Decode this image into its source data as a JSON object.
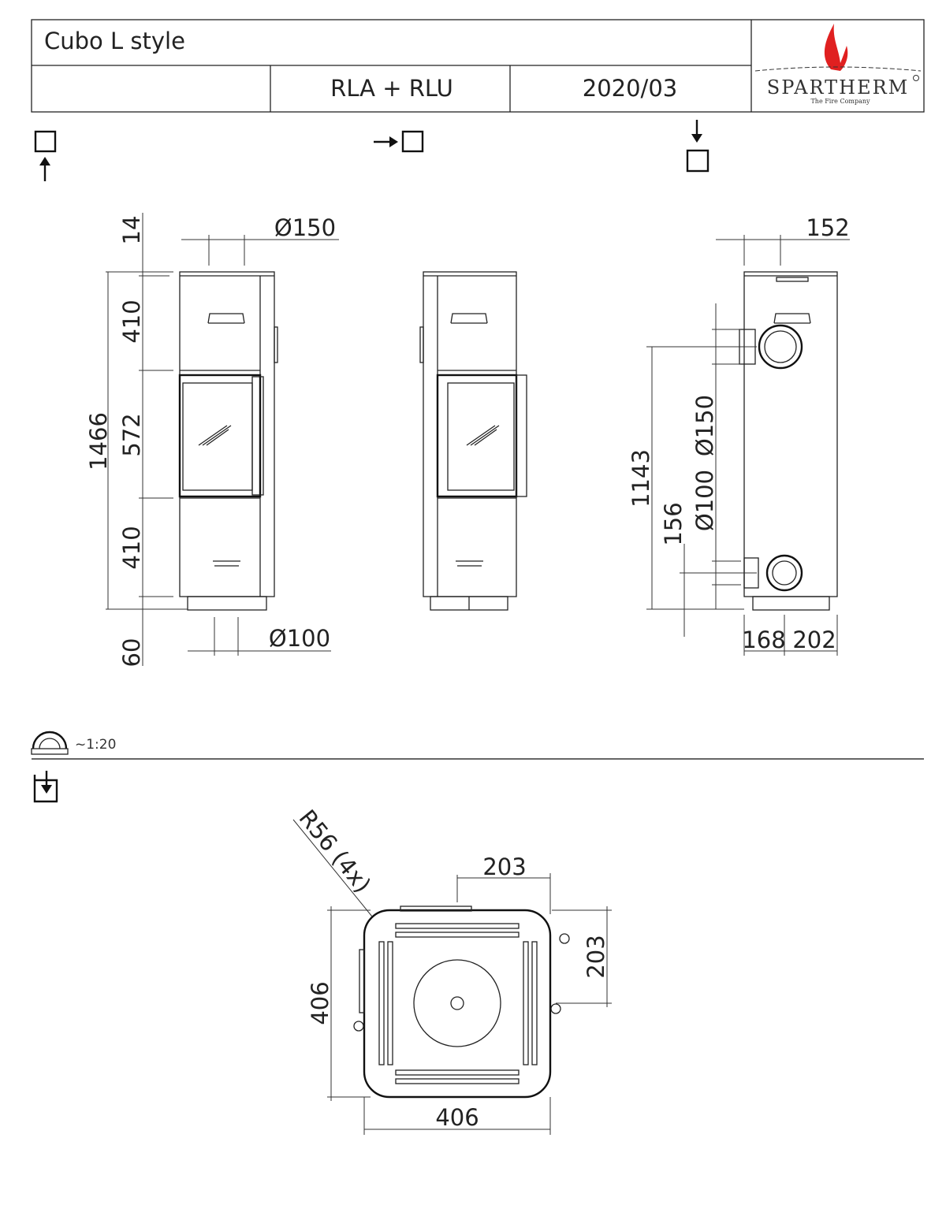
{
  "header": {
    "title": "Cubo L style",
    "variant": "RLA + RLU",
    "date": "2020/03",
    "logo": {
      "brand": "SPARTHERM",
      "tagline": "The Fire Company",
      "flame_color": "#e02020"
    }
  },
  "views": {
    "front": {
      "top_offset": "14",
      "flue_top": "Ø150",
      "total_height": "1466",
      "upper_section": "410",
      "door_section": "572",
      "lower_section": "410",
      "base": "60",
      "air_inlet": "Ø100"
    },
    "right": {
      "flue_offset": "152",
      "flue_height": "1143",
      "flue_diameter": "Ø150",
      "air_diameter": "Ø100",
      "air_height": "156",
      "air_offset": "168",
      "depth_rest": "202"
    },
    "scale": "~1:20",
    "top": {
      "radius": "R56 (4x)",
      "center_x": "203",
      "center_y": "203",
      "depth": "406",
      "width": "406"
    }
  }
}
